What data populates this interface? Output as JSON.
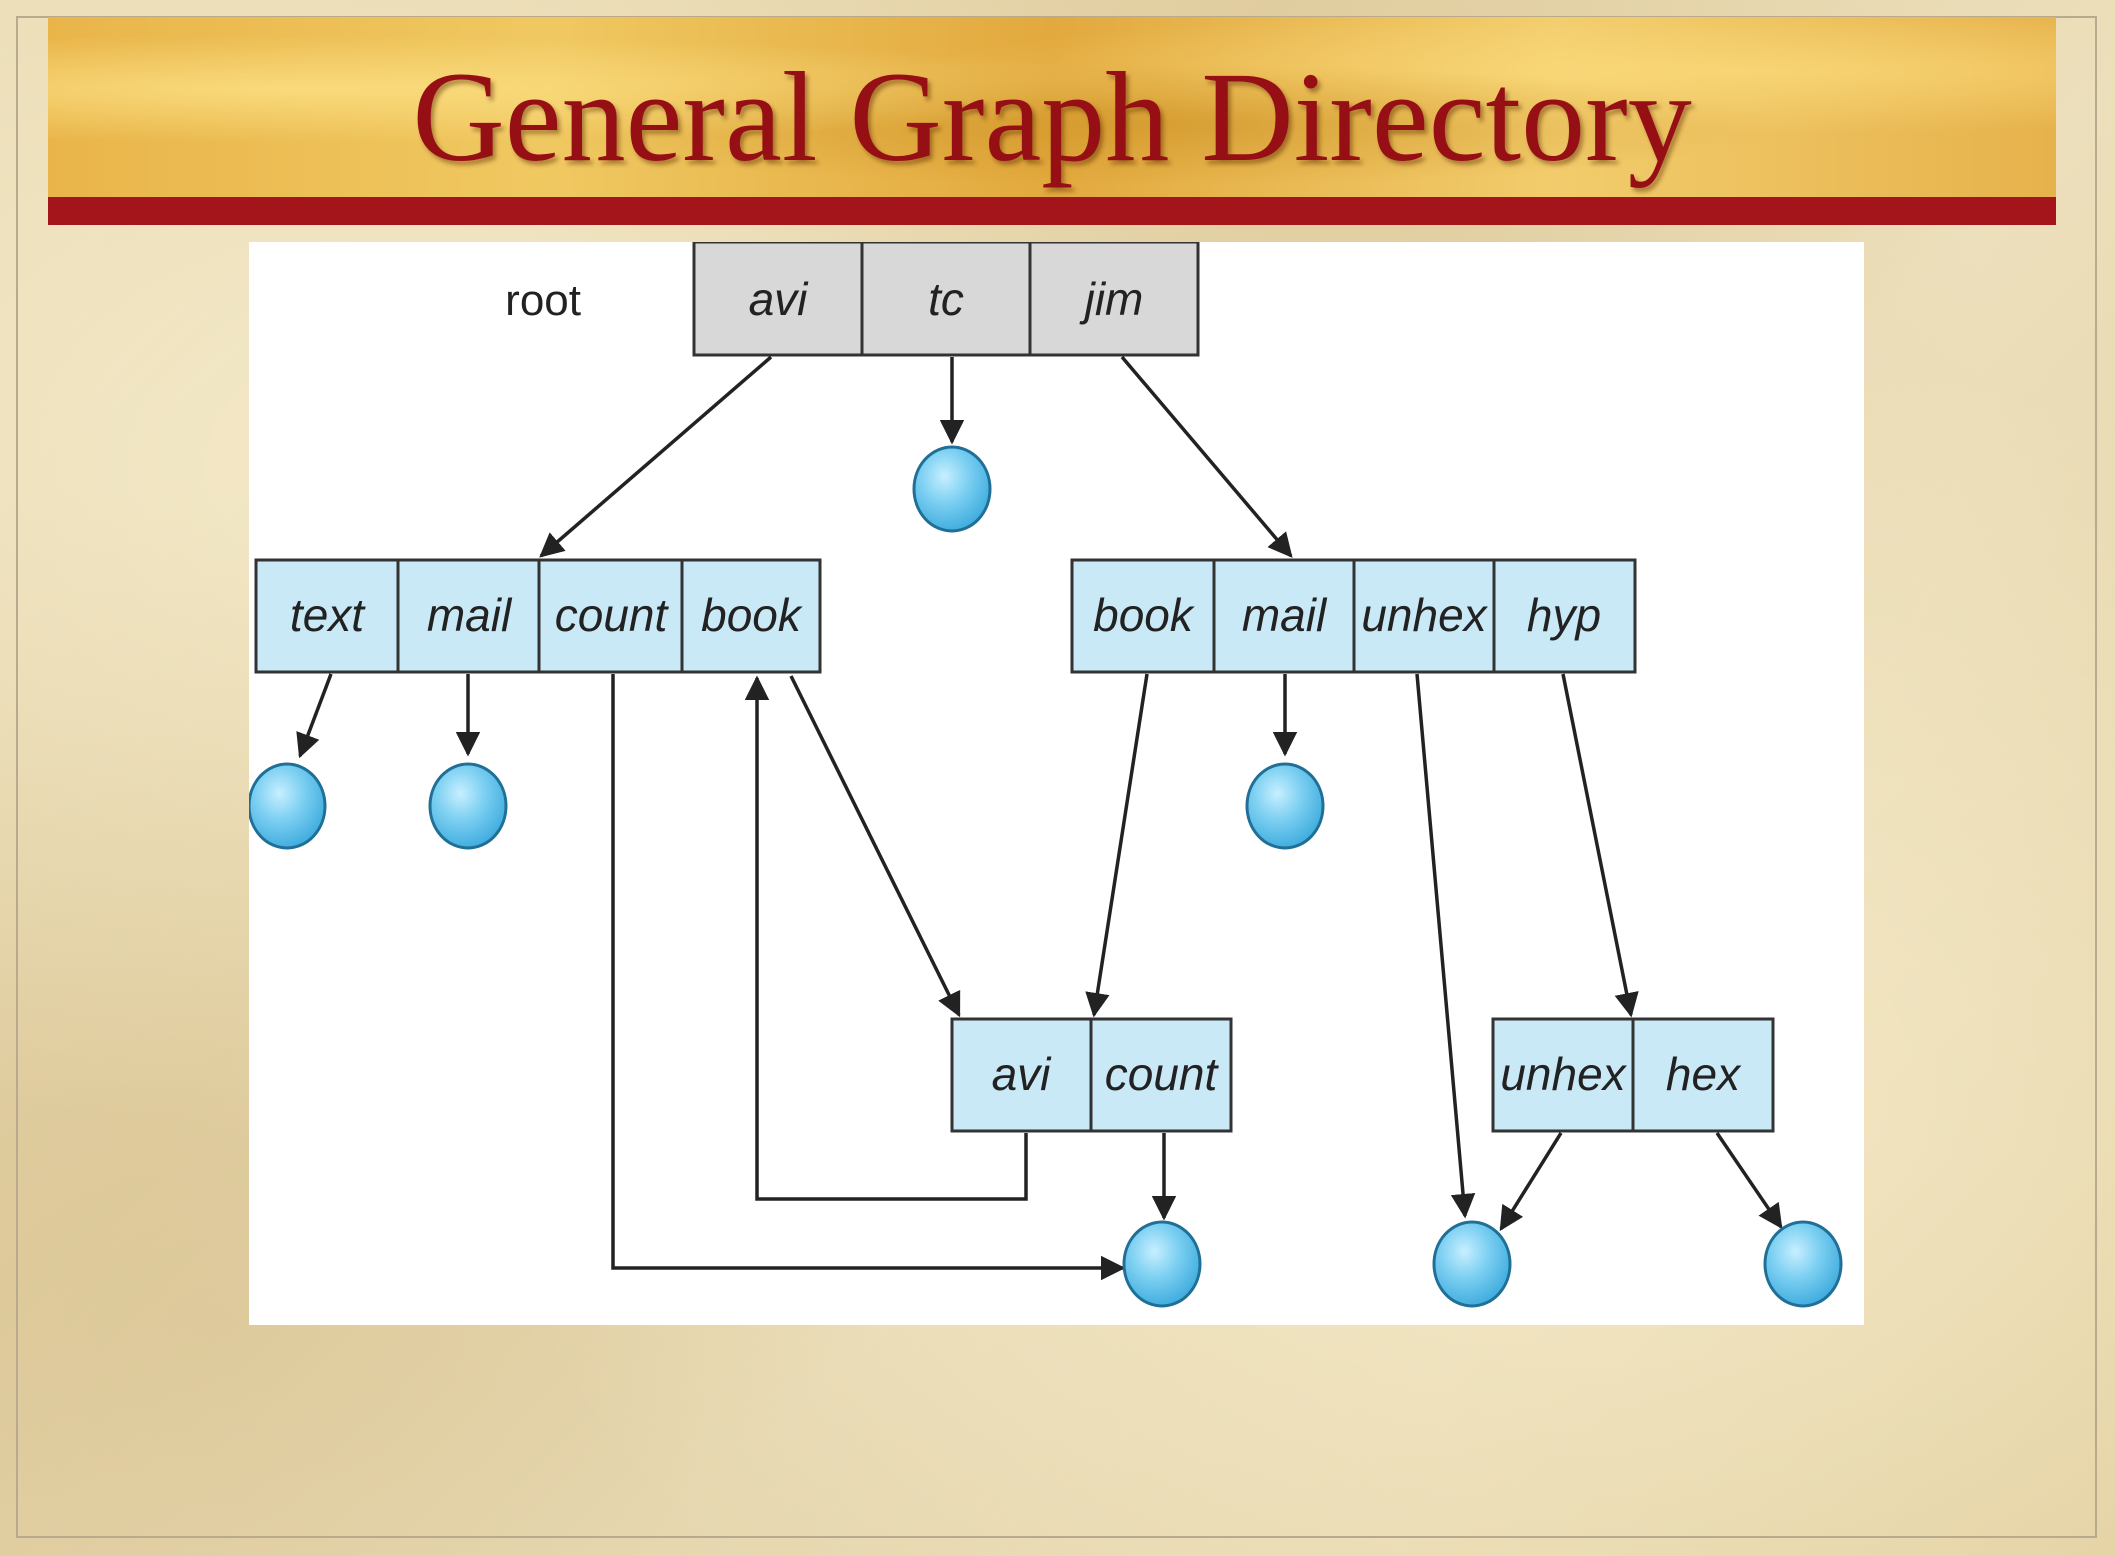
{
  "slide": {
    "title": "General Graph Directory"
  },
  "diagram": {
    "root_label": "root",
    "directories": {
      "root": [
        "avi",
        "tc",
        "jim"
      ],
      "avi_dir": [
        "text",
        "mail",
        "count",
        "book"
      ],
      "jim_dir": [
        "book",
        "mail",
        "unhex",
        "hyp"
      ],
      "shared_dir": [
        "avi",
        "count"
      ],
      "hyp_dir": [
        "unhex",
        "hex"
      ]
    },
    "colors": {
      "root_fill": "#d8d8d8",
      "dir_fill": "#c9e9f7",
      "file_node": "#6cc8ee",
      "edge": "#222222"
    }
  }
}
